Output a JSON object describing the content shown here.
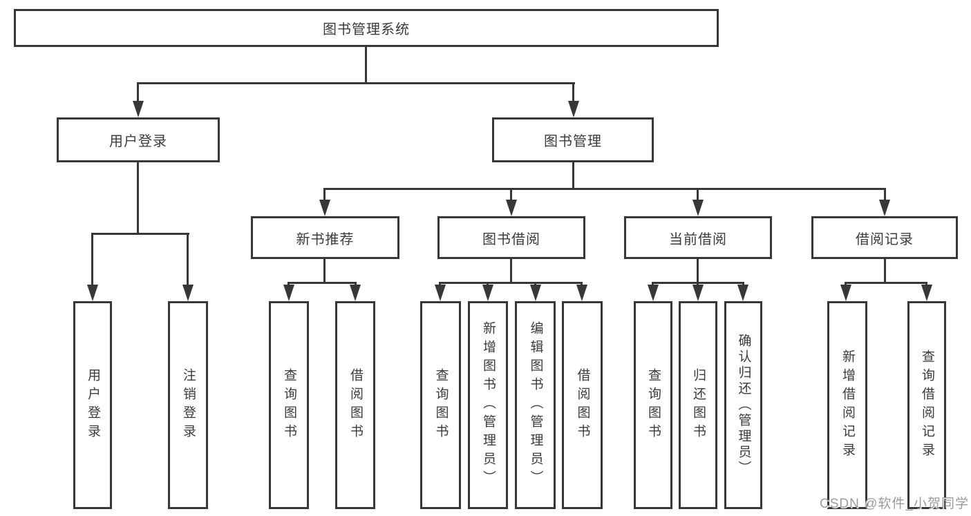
{
  "diagram": {
    "root": {
      "label": "图书管理系统"
    },
    "branches": [
      {
        "label": "用户登录",
        "children": [
          {
            "label": "用户登录"
          },
          {
            "label": "注销登录"
          }
        ]
      },
      {
        "label": "图书管理",
        "children": [
          {
            "label": "新书推荐",
            "children": [
              {
                "label": "查询图书"
              },
              {
                "label": "借阅图书"
              }
            ]
          },
          {
            "label": "图书借阅",
            "children": [
              {
                "label": "查询图书"
              },
              {
                "label": "新增图书（管理员）"
              },
              {
                "label": "编辑图书（管理员）"
              },
              {
                "label": "借阅图书"
              }
            ]
          },
          {
            "label": "当前借阅",
            "children": [
              {
                "label": "查询图书"
              },
              {
                "label": "归还图书"
              },
              {
                "label": "确认归还（管理员）"
              }
            ]
          },
          {
            "label": "借阅记录",
            "children": [
              {
                "label": "新增借阅记录"
              },
              {
                "label": "查询借阅记录"
              }
            ]
          }
        ]
      }
    ]
  },
  "watermark": {
    "text": "CSDN @软件_小贺同学"
  },
  "colors": {
    "line": "#373737",
    "text": "#3b3b3b",
    "watermark": "#9b9b9b",
    "background": "#ffffff"
  }
}
